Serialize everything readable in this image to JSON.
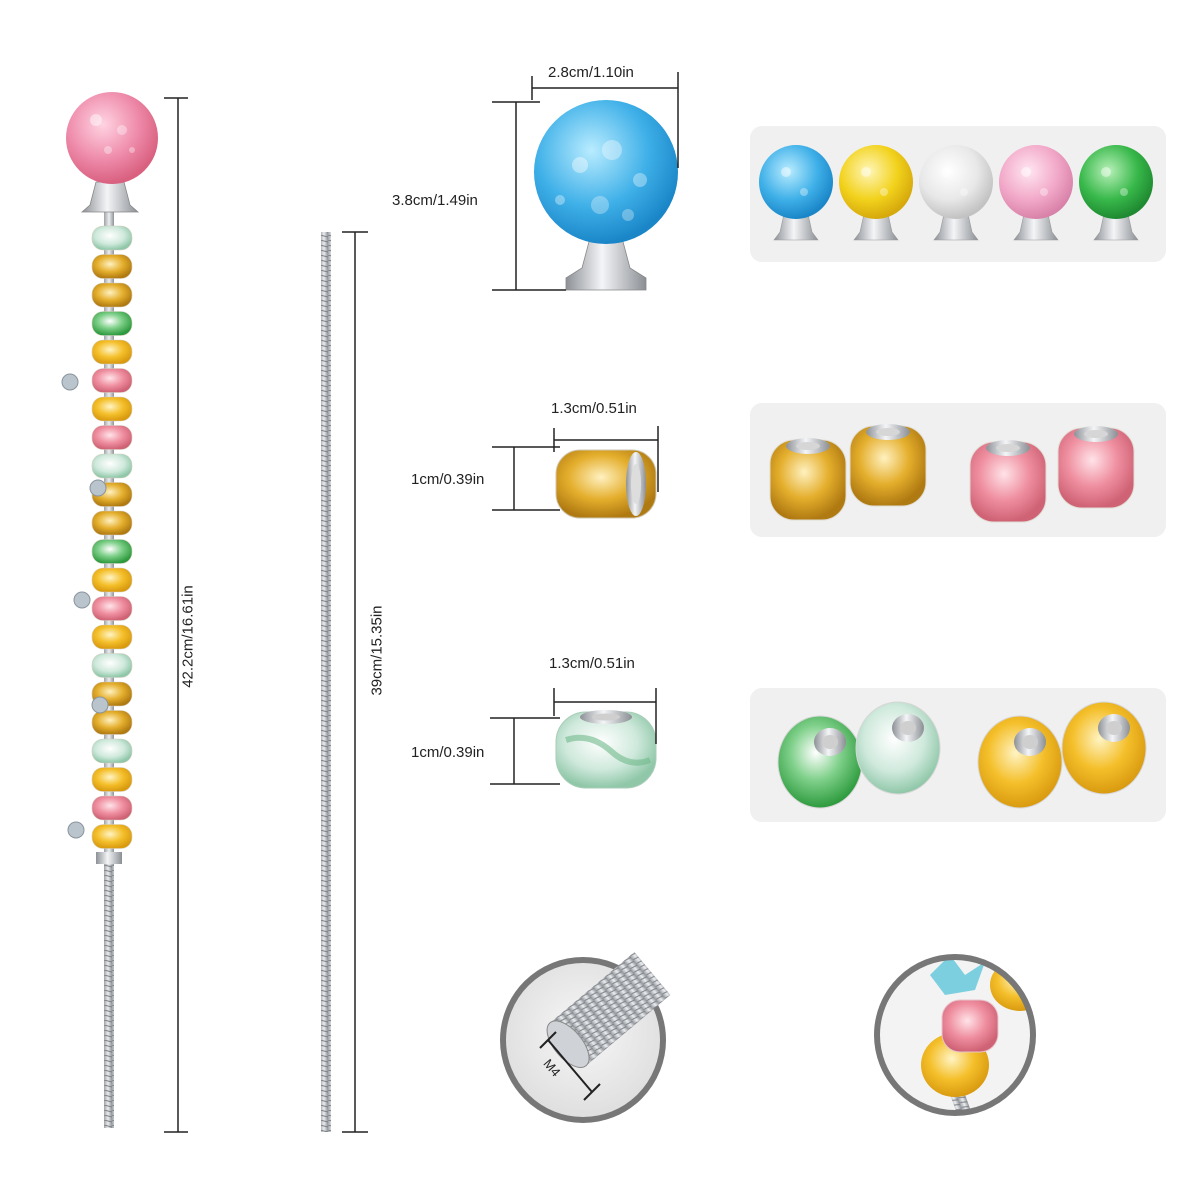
{
  "dimensions": {
    "stick_length": "42.2cm/16.61in",
    "rod_length": "39cm/15.35in",
    "ball_width": "2.8cm/1.10in",
    "ball_height": "3.8cm/1.49in",
    "bead1_width": "1.3cm/0.51in",
    "bead1_height": "1cm/0.39in",
    "bead2_width": "1.3cm/0.51in",
    "bead2_height": "1cm/0.39in",
    "thread_label": "M4"
  },
  "colors": {
    "ball_blue": "#3fb0e8",
    "ball_yellow": "#f2d21c",
    "ball_clear": "#e8e8e8",
    "ball_pink": "#f2a9c9",
    "ball_green": "#38b84a",
    "bead_gold": "#e4ae2c",
    "bead_pink": "#ef8fa0",
    "bead_mint": "#cfe9dc",
    "bead_green": "#3ea94a",
    "bead_yellow": "#f4bf2a",
    "metal": "#c4c7cc"
  }
}
